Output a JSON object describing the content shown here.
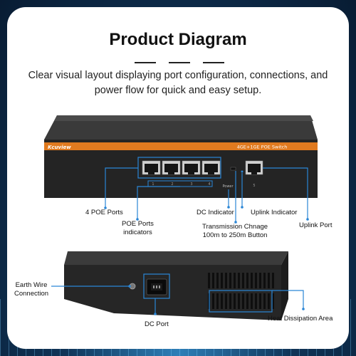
{
  "title": "Product Diagram",
  "subtitle": "Clear visual layout displaying port configuration, connections, and power flow for quick and easy setup.",
  "device": {
    "brand_logo": "Kcuview",
    "model_label": "4GE+1GE POE Switch",
    "power_label": "Power",
    "port_numbers": [
      "1",
      "2",
      "3",
      "4"
    ],
    "uplink_number": "5"
  },
  "callouts": {
    "poe_ports": "4 POE Ports",
    "poe_indicators": "POE Ports\nindicators",
    "dc_indicator": "DC Indicator",
    "transmission_button": "Transmission Chnage\n100m to 250m Button",
    "uplink_indicator": "Uplink Indicator",
    "uplink_port": "Uplink Port",
    "earth_wire": "Earth Wire\nConnection",
    "dc_port": "DC Port",
    "heat_area": "Heat Dissipation Area"
  },
  "colors": {
    "accent_orange": "#e07a1f",
    "callout_blue": "#2a86d6",
    "device_body": "#2b2b2b"
  }
}
